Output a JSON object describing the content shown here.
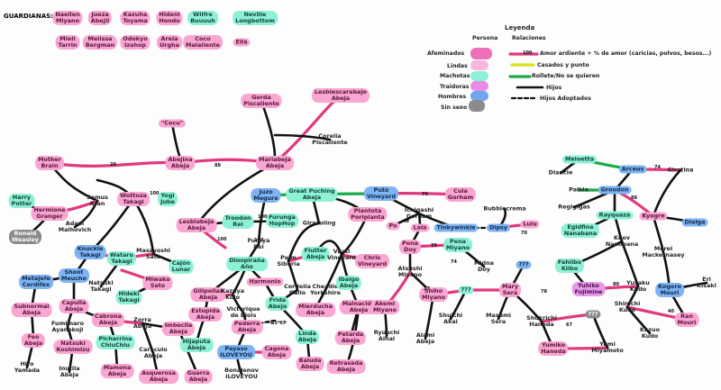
{
  "title": "GUARDIANAS:",
  "guardianas": [
    {
      "text": "Naellen\nMiyano",
      "color": "pink"
    },
    {
      "text": "Jueza\nAbejil",
      "color": "pink"
    },
    {
      "text": "Kazuha\nToyama",
      "color": "pink"
    },
    {
      "text": "Hideni\nHondo",
      "color": "pink"
    },
    {
      "text": "Wilfre\nBuuuuh",
      "color": "cyan"
    },
    {
      "text": "Neville\nLongbottom",
      "color": "cyan"
    },
    {
      "text": "Mieli\nTarrin",
      "color": "pink"
    },
    {
      "text": "Melissa\nBergman",
      "color": "pink"
    },
    {
      "text": "Odokyo\nIzahop",
      "color": "pink"
    },
    {
      "text": "Areia\nUrgha",
      "color": "pink"
    },
    {
      "text": "Coco\nMalaliente",
      "color": "pink"
    },
    {
      "text": "Ella",
      "color": "pink"
    }
  ],
  "legend": {
    "title": "Leyenda",
    "persona_header": "Persona",
    "relaciones_header": "Relaciones",
    "personas": [
      {
        "label": "Afeminados",
        "color": "#ef6fb9"
      },
      {
        "label": "Lindas",
        "color": "#f7b7dc"
      },
      {
        "label": "Machotas",
        "color": "#8ef1d6"
      },
      {
        "label": "Traidoras",
        "color": "#e58ce6"
      },
      {
        "label": "Hombres",
        "color": "#6fa6ee"
      },
      {
        "label": "Sin sexo",
        "color": "#8b8b8b"
      }
    ],
    "relaciones": [
      {
        "label": "Amor ardiente + % de amor (caricias, polvos, besos...)",
        "style": "love"
      },
      {
        "label": "Casados y punto",
        "style": "married"
      },
      {
        "label": "Rollete/No se quieren",
        "style": "fling"
      },
      {
        "label": "Hijos",
        "style": "child"
      },
      {
        "label": "Hijos Adoptados",
        "style": "adopted"
      }
    ],
    "love_number": "100"
  },
  "nodes": [
    {
      "id": "gerda",
      "text": "Gerda\nPiscaliente",
      "color": "pink"
    },
    {
      "id": "lesbies",
      "text": "Lesbiescarabajo\nAbeja",
      "color": "pink"
    },
    {
      "id": "corelia",
      "text": "Corelia\nPiscaliente",
      "color": "plain"
    },
    {
      "id": "cocu",
      "text": "\"Cocu\"",
      "color": "pink"
    },
    {
      "id": "mother",
      "text": "Mother\nBrain",
      "color": "pink"
    },
    {
      "id": "abejina",
      "text": "Abejina\nAbeja",
      "color": "pink"
    },
    {
      "id": "mariabeja",
      "text": "Mariabeja\nAbeja",
      "color": "pink"
    },
    {
      "id": "harry",
      "text": "Harry\nPotter",
      "color": "cyan"
    },
    {
      "id": "hermione",
      "text": "Hermione\nGranger",
      "color": "pink"
    },
    {
      "id": "samus",
      "text": "Samus\nAran",
      "color": "plain"
    },
    {
      "id": "wottoza",
      "text": "Wottoza\nTakagi",
      "color": "pink"
    },
    {
      "id": "yogi",
      "text": "Yogi\nJube",
      "color": "cyan"
    },
    {
      "id": "ronald",
      "text": "Ronald\nWeasley",
      "color": "grey"
    },
    {
      "id": "adam",
      "text": "Adam\nMalhovich",
      "color": "plain"
    },
    {
      "id": "knuckle",
      "text": "Knuckle\nTakagi",
      "color": "blue"
    },
    {
      "id": "wataru",
      "text": "Wataru\nTakagi",
      "color": "cyan"
    },
    {
      "id": "masayoshi",
      "text": "Masayoshi\nSato",
      "color": "plain"
    },
    {
      "id": "cajon",
      "text": "Cajón\nLunar",
      "color": "cyan"
    },
    {
      "id": "shoot",
      "text": "Shoot\nMeucho",
      "color": "blue"
    },
    {
      "id": "metajefe",
      "text": "Metajefe\nCerdifex",
      "color": "blue"
    },
    {
      "id": "natsuki",
      "text": "Natsuki\nTakagi",
      "color": "plain"
    },
    {
      "id": "miwako",
      "text": "Miwako\nSato",
      "color": "pink"
    },
    {
      "id": "hideki",
      "text": "Hideki\nTakagi",
      "color": "cyan"
    },
    {
      "id": "subnormal",
      "text": "Subnormal\nAbeja",
      "color": "pink"
    },
    {
      "id": "capulla",
      "text": "Capulla\nAbeja",
      "color": "pink"
    },
    {
      "id": "fumimaro",
      "text": "Fumimaro\nAyanokoji",
      "color": "plain"
    },
    {
      "id": "cabrona",
      "text": "Cabrona\nAbeja",
      "color": "pink"
    },
    {
      "id": "zorra",
      "text": "Zorra\nAbeja",
      "color": "plain"
    },
    {
      "id": "feo",
      "text": "Feo\nAbeja",
      "color": "pink"
    },
    {
      "id": "natsuki2",
      "text": "Natsuki\nKoshimizu",
      "color": "pink"
    },
    {
      "id": "picharrina",
      "text": "Picharrina\nChiuChiu",
      "color": "cyan"
    },
    {
      "id": "imbecila",
      "text": "Imbecila\nAbeja",
      "color": "pink"
    },
    {
      "id": "hiro",
      "text": "Hiro\nYamada",
      "color": "plain"
    },
    {
      "id": "inutila",
      "text": "Inutila\nAbeja",
      "color": "plain"
    },
    {
      "id": "mamona",
      "text": "Mamona\nAbeja",
      "color": "pink"
    },
    {
      "id": "caraculo",
      "text": "Caraculo\nAbeja",
      "color": "plain"
    },
    {
      "id": "asquerosa",
      "text": "Asquerosa\nAbeja",
      "color": "pink"
    },
    {
      "id": "guarra",
      "text": "Guarra\nAbeja",
      "color": "pink"
    },
    {
      "id": "lesbiabeja",
      "text": "Lesbiabeja\nAbeja",
      "color": "pink"
    },
    {
      "id": "troodon",
      "text": "Troodon\nRei",
      "color": "cyan"
    },
    {
      "id": "furunga",
      "text": "Furunga\nHopHop",
      "color": "cyan"
    },
    {
      "id": "furuya",
      "text": "Furuya\nRei",
      "color": "plain"
    },
    {
      "id": "dinopirana",
      "text": "Dinopiraña\nAño",
      "color": "cyan"
    },
    {
      "id": "gilipollas",
      "text": "Gilipollas\nAbeja",
      "color": "pink"
    },
    {
      "id": "kazuya",
      "text": "Kazuya\nKujo",
      "color": "plain"
    },
    {
      "id": "harmonio",
      "text": "Harmonio",
      "color": "pink"
    },
    {
      "id": "estupida",
      "text": "Estupida\nAbeja",
      "color": "pink"
    },
    {
      "id": "victorique",
      "text": "Victorique\nde Blois",
      "color": "plain"
    },
    {
      "id": "hijaputa",
      "text": "Hijaputa\nAbeja",
      "color": "cyan"
    },
    {
      "id": "pederra",
      "text": "Pederra\nAbeja",
      "color": "pink"
    },
    {
      "id": "payaso",
      "text": "Payaso\nILOVEYOU",
      "color": "blue"
    },
    {
      "id": "bonalenov",
      "text": "Bonalenov\nILOVEYOU",
      "color": "plain"
    },
    {
      "id": "cagona",
      "text": "Cagona\nAbeja",
      "color": "pink"
    },
    {
      "id": "frida",
      "text": "Frida\nAbejo",
      "color": "cyan"
    },
    {
      "id": "cordelia",
      "text": "Cordelia\nGallo",
      "color": "plain"
    },
    {
      "id": "linda",
      "text": "Linda\nAbeja",
      "color": "cyan"
    },
    {
      "id": "baluda",
      "text": "Baluda\nAbeja",
      "color": "pink"
    },
    {
      "id": "retrasada",
      "text": "Retrasada\nAbeja",
      "color": "pink"
    },
    {
      "id": "juzo",
      "text": "Juzo\nMegure",
      "color": "blue"
    },
    {
      "id": "greatpuching",
      "text": "Great Puching\nAbeja",
      "color": "cyan"
    },
    {
      "id": "girasoling",
      "text": "Girasoling",
      "color": "plain"
    },
    {
      "id": "plantota",
      "text": "Plantota\nPoriplanta",
      "color": "pink"
    },
    {
      "id": "palm",
      "text": "Palm\nSiberia",
      "color": "plain"
    },
    {
      "id": "flutter",
      "text": "Flutter\nAbeja",
      "color": "cyan"
    },
    {
      "id": "vaati",
      "text": "Vaati\nVineyard",
      "color": "plain"
    },
    {
      "id": "chris",
      "text": "Chris\nVineyard",
      "color": "pink"
    },
    {
      "id": "cheadle",
      "text": "Cheadle\nYorkshire",
      "color": "plain"
    },
    {
      "id": "ibalgo",
      "text": "Ibalgo\nAbeja",
      "color": "cyan"
    },
    {
      "id": "mierducha",
      "text": "Mierducha\nAbeja",
      "color": "pink"
    },
    {
      "id": "malnacida",
      "text": "Malnacida\nAbeja",
      "color": "pink"
    },
    {
      "id": "petarda",
      "text": "Petarda\nAbeja",
      "color": "pink"
    },
    {
      "id": "pute",
      "text": "Puto\nVineyard",
      "color": "blue"
    },
    {
      "id": "cula",
      "text": "Cula\nGorham",
      "color": "pink"
    },
    {
      "id": "ichigashi",
      "text": "Ichigashi\nGorham",
      "color": "plain"
    },
    {
      "id": "po",
      "text": "Po",
      "color": "pink"
    },
    {
      "id": "lala",
      "text": "Lala",
      "color": "pink"
    },
    {
      "id": "tinky",
      "text": "Tinkywinkie",
      "color": "blue"
    },
    {
      "id": "dipsy",
      "text": "Dipsy",
      "color": "blue"
    },
    {
      "id": "bubblecrema",
      "text": "Bubblecrema",
      "color": "plain"
    },
    {
      "id": "lulu",
      "text": "Lulu",
      "color": "pink"
    },
    {
      "id": "penadoy",
      "text": "Pena\nDoy",
      "color": "pink"
    },
    {
      "id": "penamiyano",
      "text": "Pena\nMiyano",
      "color": "cyan"
    },
    {
      "id": "atsushi",
      "text": "Atsushi\nMiyano",
      "color": "plain"
    },
    {
      "id": "midna",
      "text": "Midna\nDoy",
      "color": "plain"
    },
    {
      "id": "shiho",
      "text": "Shiho\nMiyano",
      "color": "pink"
    },
    {
      "id": "akemi",
      "text": "Akemi\nMiyano",
      "color": "pink"
    },
    {
      "id": "ryuuchi",
      "text": "Ryuuchi\nAihai",
      "color": "plain"
    },
    {
      "id": "aiami",
      "text": "Aiami\nAbeja",
      "color": "plain"
    },
    {
      "id": "shuichi",
      "text": "Shuichi\nAkai",
      "color": "plain"
    },
    {
      "id": "masumi",
      "text": "Masumi\nSera",
      "color": "plain"
    },
    {
      "id": "marysera",
      "text": "Mary\nSera",
      "color": "pink"
    },
    {
      "id": "shukrichi",
      "text": "Shukrichi\nHaneda",
      "color": "plain"
    },
    {
      "id": "q1",
      "text": "???",
      "color": "blue"
    },
    {
      "id": "q2",
      "text": "???",
      "color": "cyan"
    },
    {
      "id": "q3",
      "text": "???",
      "color": "grey"
    },
    {
      "id": "yumiko",
      "text": "Yumiko\nHaneda",
      "color": "pink"
    },
    {
      "id": "yumi",
      "text": "Yumi\nMiyamoto",
      "color": "plain"
    },
    {
      "id": "meloetta",
      "text": "Meloetta",
      "color": "cyan"
    },
    {
      "id": "diancie",
      "text": "Diancie",
      "color": "plain"
    },
    {
      "id": "arceus",
      "text": "Arceus",
      "color": "blue"
    },
    {
      "id": "giratina",
      "text": "Giratina",
      "color": "plain"
    },
    {
      "id": "palkia",
      "text": "Palkia",
      "color": "plain"
    },
    {
      "id": "groudon",
      "text": "Groudon",
      "color": "blue"
    },
    {
      "id": "regigigas",
      "text": "Regigigas",
      "color": "plain"
    },
    {
      "id": "rayquaza",
      "text": "Rayquaza",
      "color": "cyan"
    },
    {
      "id": "kyogre",
      "text": "Kyogre",
      "color": "pink"
    },
    {
      "id": "dialga",
      "text": "Dialga",
      "color": "blue"
    },
    {
      "id": "egidfine",
      "text": "Egidfine\nNanabana",
      "color": "cyan"
    },
    {
      "id": "knov",
      "text": "Knov\nNanobana",
      "color": "plain"
    },
    {
      "id": "morel",
      "text": "Morel\nMackernasey",
      "color": "plain"
    },
    {
      "id": "fahiibo",
      "text": "Fahiibo\nKiibo",
      "color": "cyan"
    },
    {
      "id": "yuhiko",
      "text": "Yuhiko\nFujimine",
      "color": "violet"
    },
    {
      "id": "yusaku",
      "text": "Yusaku\nKudo",
      "color": "plain"
    },
    {
      "id": "kogoro",
      "text": "Kogoro\nMouri",
      "color": "blue"
    },
    {
      "id": "eri",
      "text": "Eri\nKisaki",
      "color": "plain"
    },
    {
      "id": "shinichi",
      "text": "Shinichi\nKudo",
      "color": "plain"
    },
    {
      "id": "ran",
      "text": "Ran\nMouri",
      "color": "pink"
    },
    {
      "id": "kazuo",
      "text": "Kazuo\nKudo",
      "color": "plain"
    }
  ],
  "edge_labels": [
    "100",
    "20",
    "88",
    "100",
    "70",
    "48",
    "35",
    "70",
    "80",
    "67",
    "37",
    "74",
    "40",
    "88",
    "78",
    "100",
    "100",
    "74",
    "--&5*€P"
  ]
}
